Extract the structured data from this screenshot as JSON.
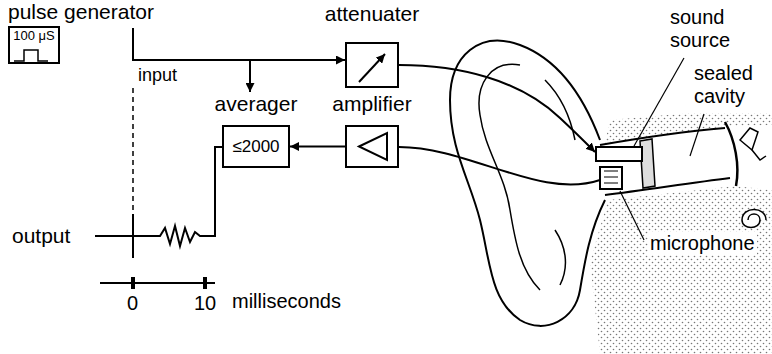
{
  "diagram": {
    "nodes": [
      {
        "text": [
          "pulse generator",
          "100 μS"
        ]
      },
      {
        "text": [
          "attenuater"
        ]
      },
      {
        "text": [
          "averager",
          "≤2000"
        ]
      },
      {
        "text": [
          "amplifier"
        ]
      }
    ],
    "edges": [
      {
        "from": 0,
        "to": 1,
        "arrow": "to"
      },
      {
        "from": 0,
        "to": 2,
        "arrow": "to"
      },
      {
        "from": 3,
        "to": 2,
        "arrow": "to"
      }
    ],
    "labels": [
      "input",
      "output",
      "0",
      "10",
      "milliseconds",
      "sound source",
      "sealed cavity",
      "microphone"
    ]
  }
}
